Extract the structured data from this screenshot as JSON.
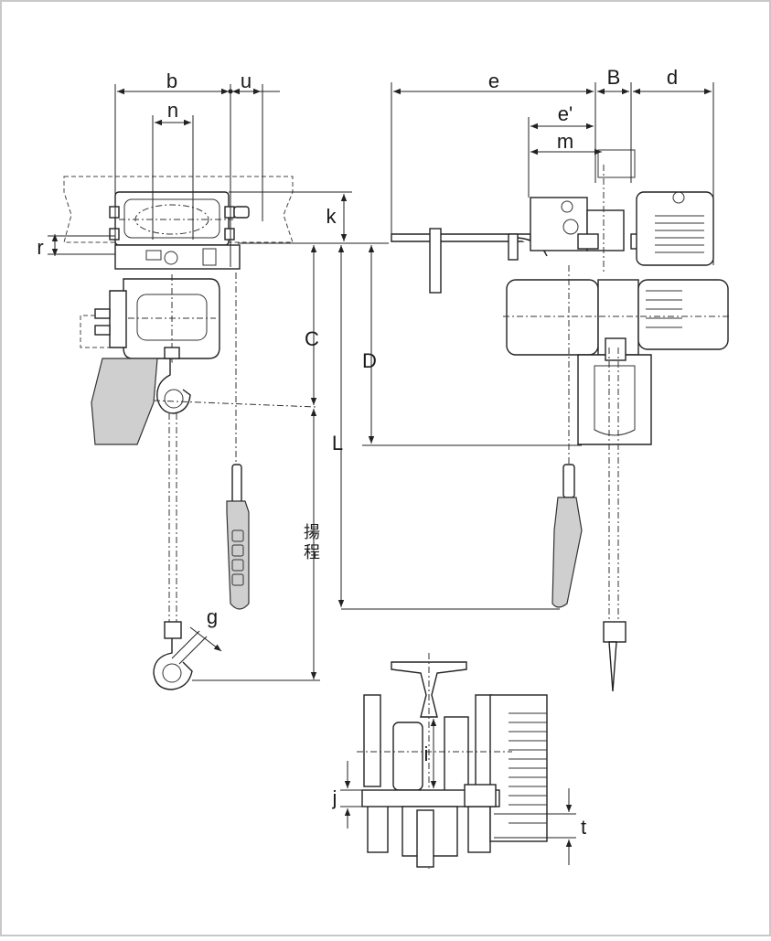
{
  "labels": {
    "b": "b",
    "u": "u",
    "n": "n",
    "k": "k",
    "r": "r",
    "C": "C",
    "D": "D",
    "L": "L",
    "lift_1": "揚",
    "lift_2": "程",
    "g": "g",
    "e": "e",
    "B": "B",
    "d": "d",
    "e_prime": "e'",
    "m": "m",
    "i": "i",
    "j": "j",
    "t": "t"
  }
}
